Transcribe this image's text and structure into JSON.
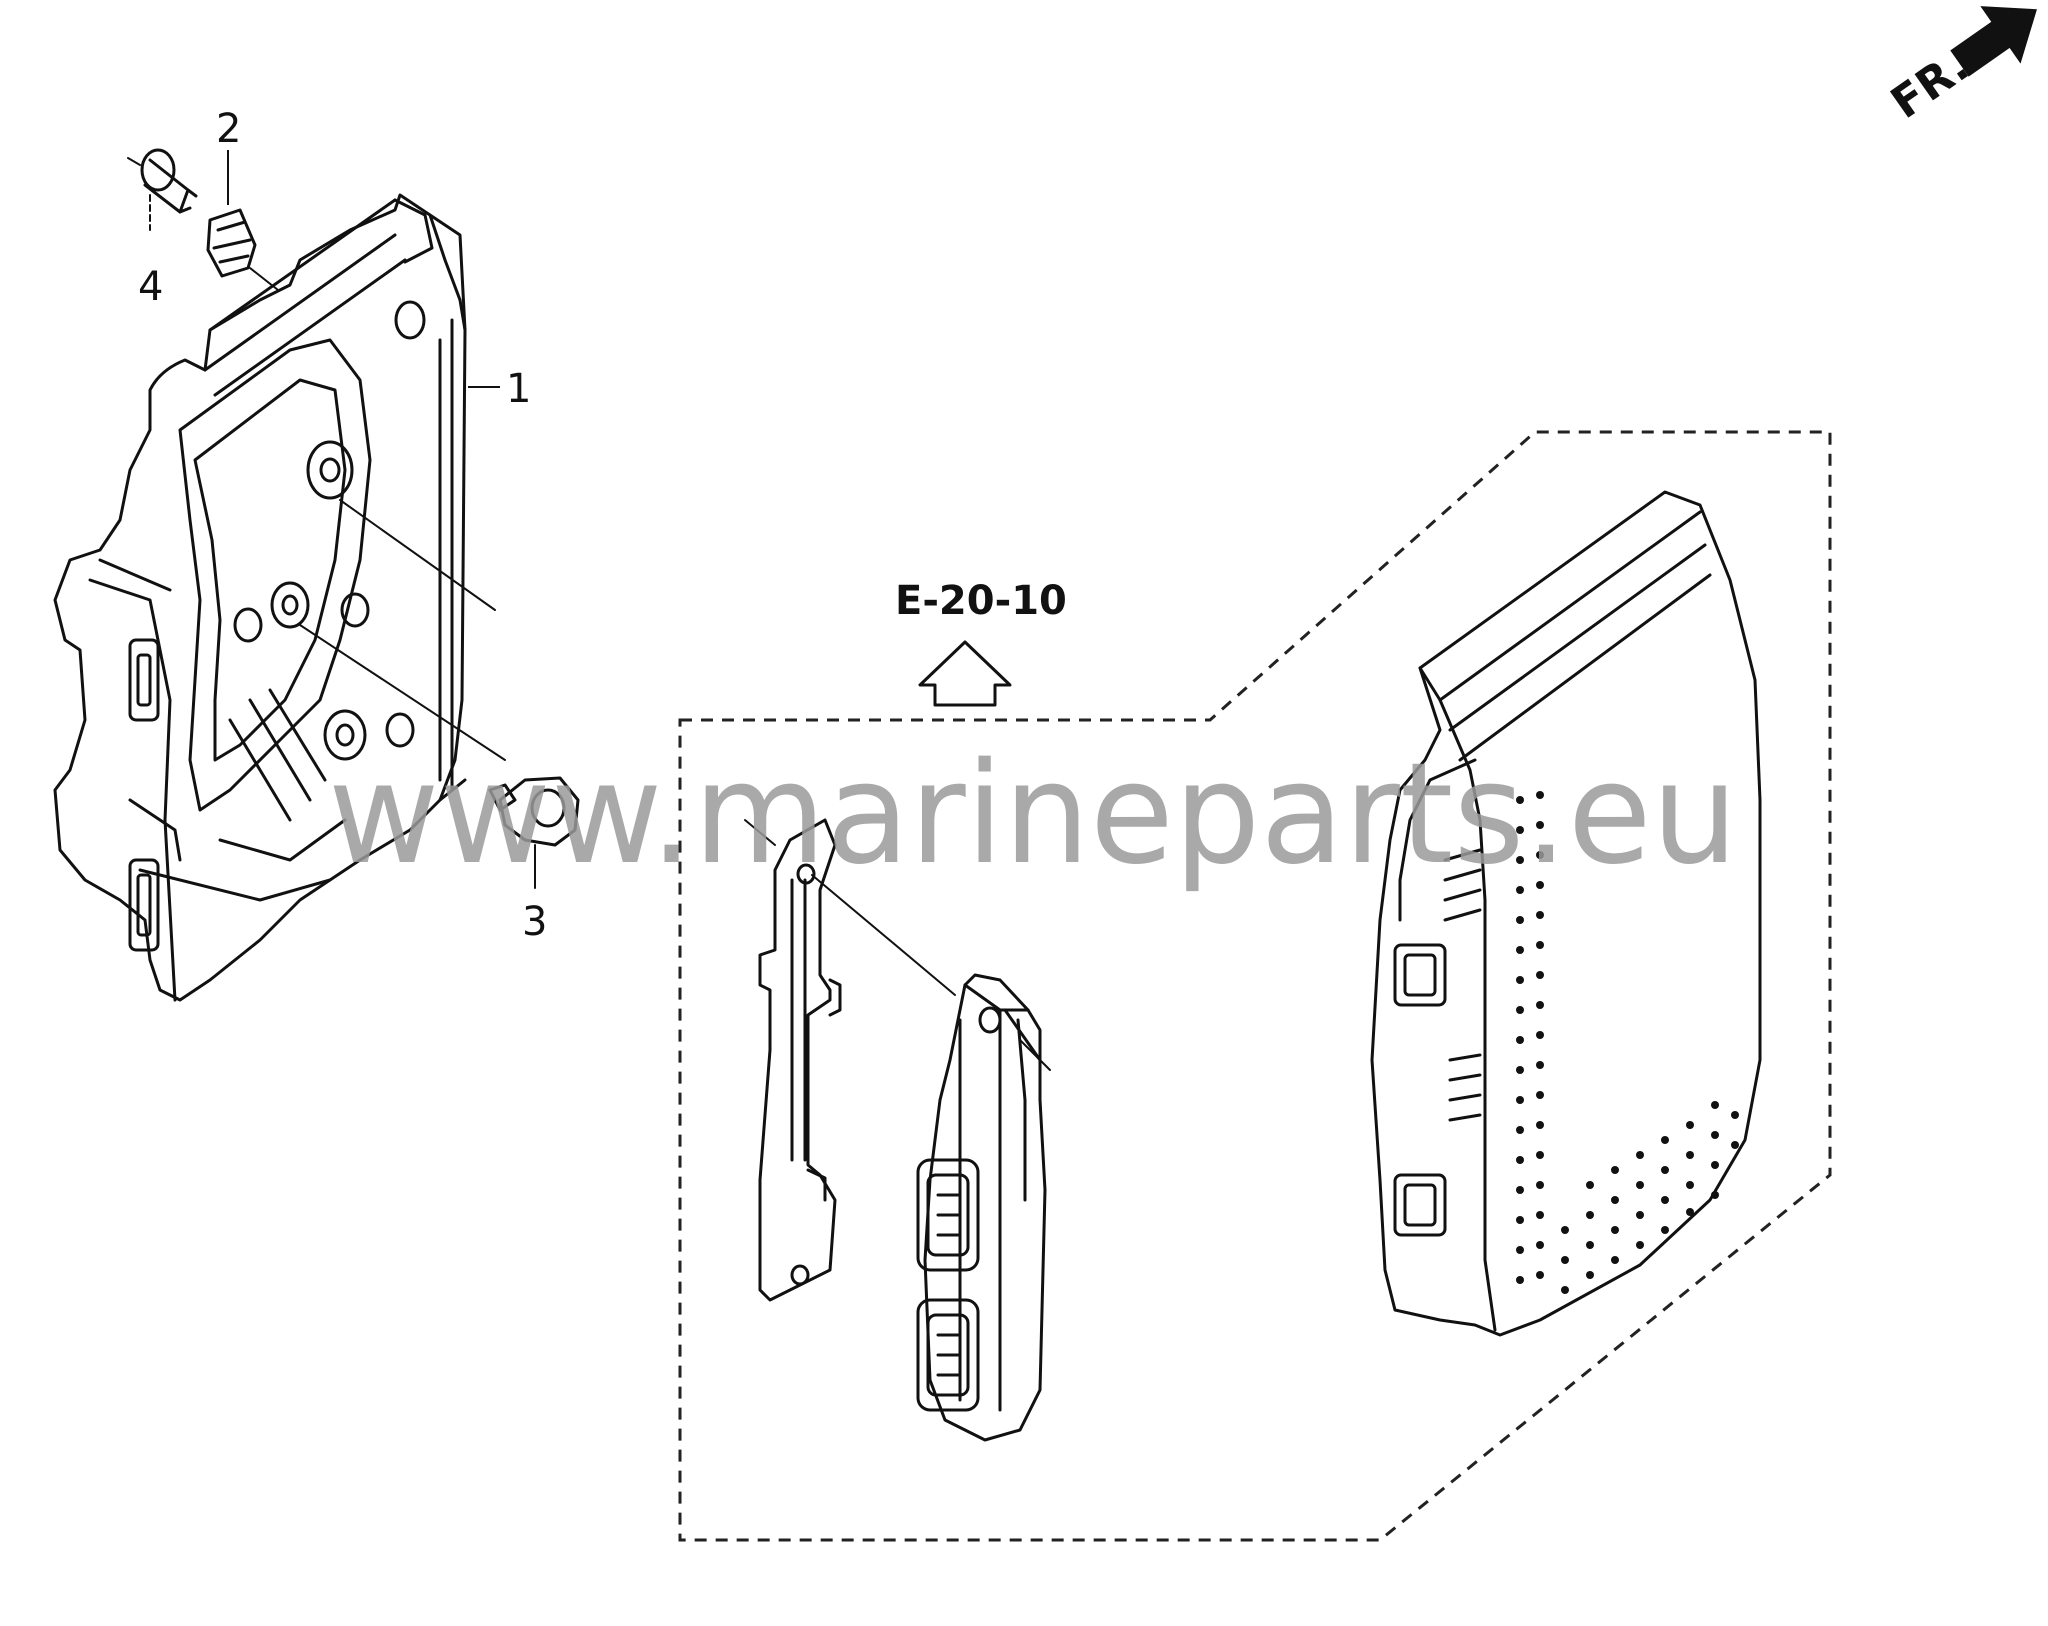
{
  "diagram": {
    "callouts": [
      {
        "id": "1",
        "label": "1"
      },
      {
        "id": "2",
        "label": "2"
      },
      {
        "id": "3",
        "label": "3"
      },
      {
        "id": "4",
        "label": "4"
      }
    ],
    "reference": "E-20-10",
    "direction": "FR.",
    "watermark": "www.marineparts.eu",
    "colors": {
      "ink": "#111111",
      "watermark": "#9a9a9a",
      "background": "#ffffff"
    }
  }
}
